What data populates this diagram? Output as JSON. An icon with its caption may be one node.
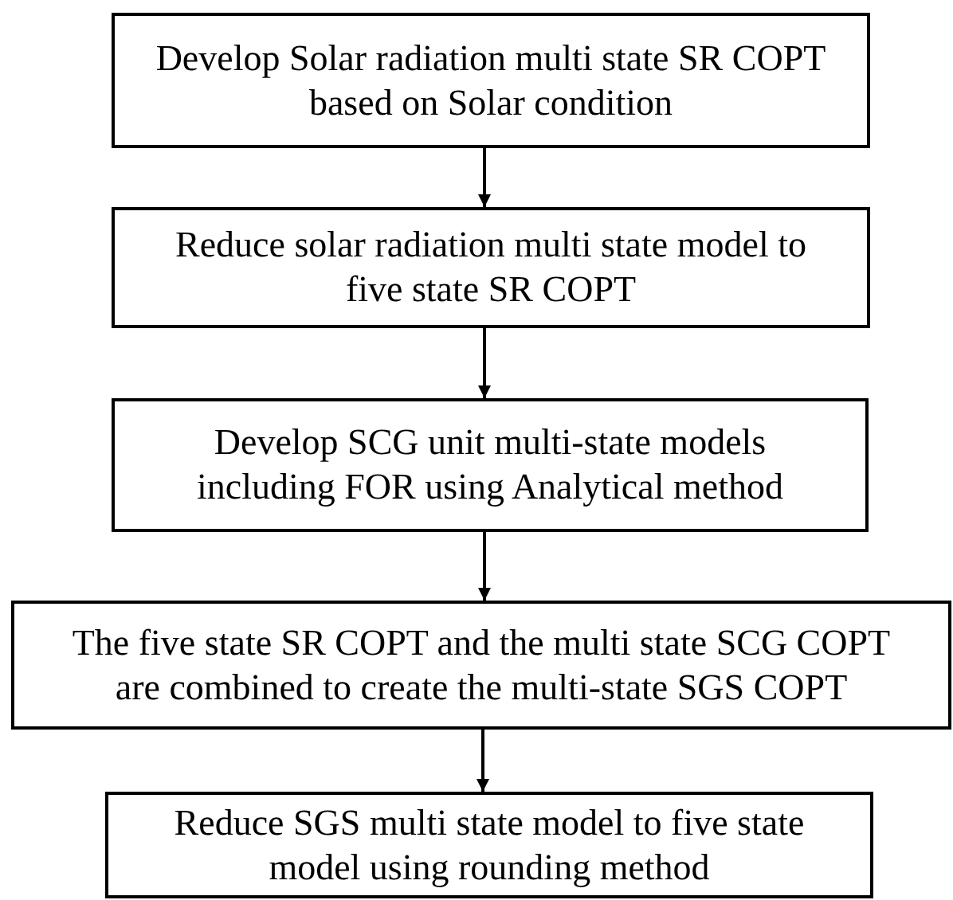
{
  "diagram": {
    "nodes": [
      {
        "text": [
          "Develop Solar radiation multi state SR COPT based on Solar condition"
        ]
      },
      {
        "text": [
          "Reduce solar radiation multi state model to five state SR COPT"
        ]
      },
      {
        "text": [
          "Develop SCG unit multi-state models including FOR using Analytical method"
        ]
      },
      {
        "text": [
          "The five state SR COPT and the multi state SCG COPT are combined to create the multi-state SGS COPT"
        ]
      },
      {
        "text": [
          "Reduce SGS multi state model to five state model using rounding method"
        ]
      }
    ],
    "edges": [
      {
        "from": 0,
        "to": 1,
        "arrow": "to"
      },
      {
        "from": 1,
        "to": 2,
        "arrow": "to"
      },
      {
        "from": 2,
        "to": 3,
        "arrow": "to"
      },
      {
        "from": 3,
        "to": 4,
        "arrow": "to"
      }
    ]
  }
}
